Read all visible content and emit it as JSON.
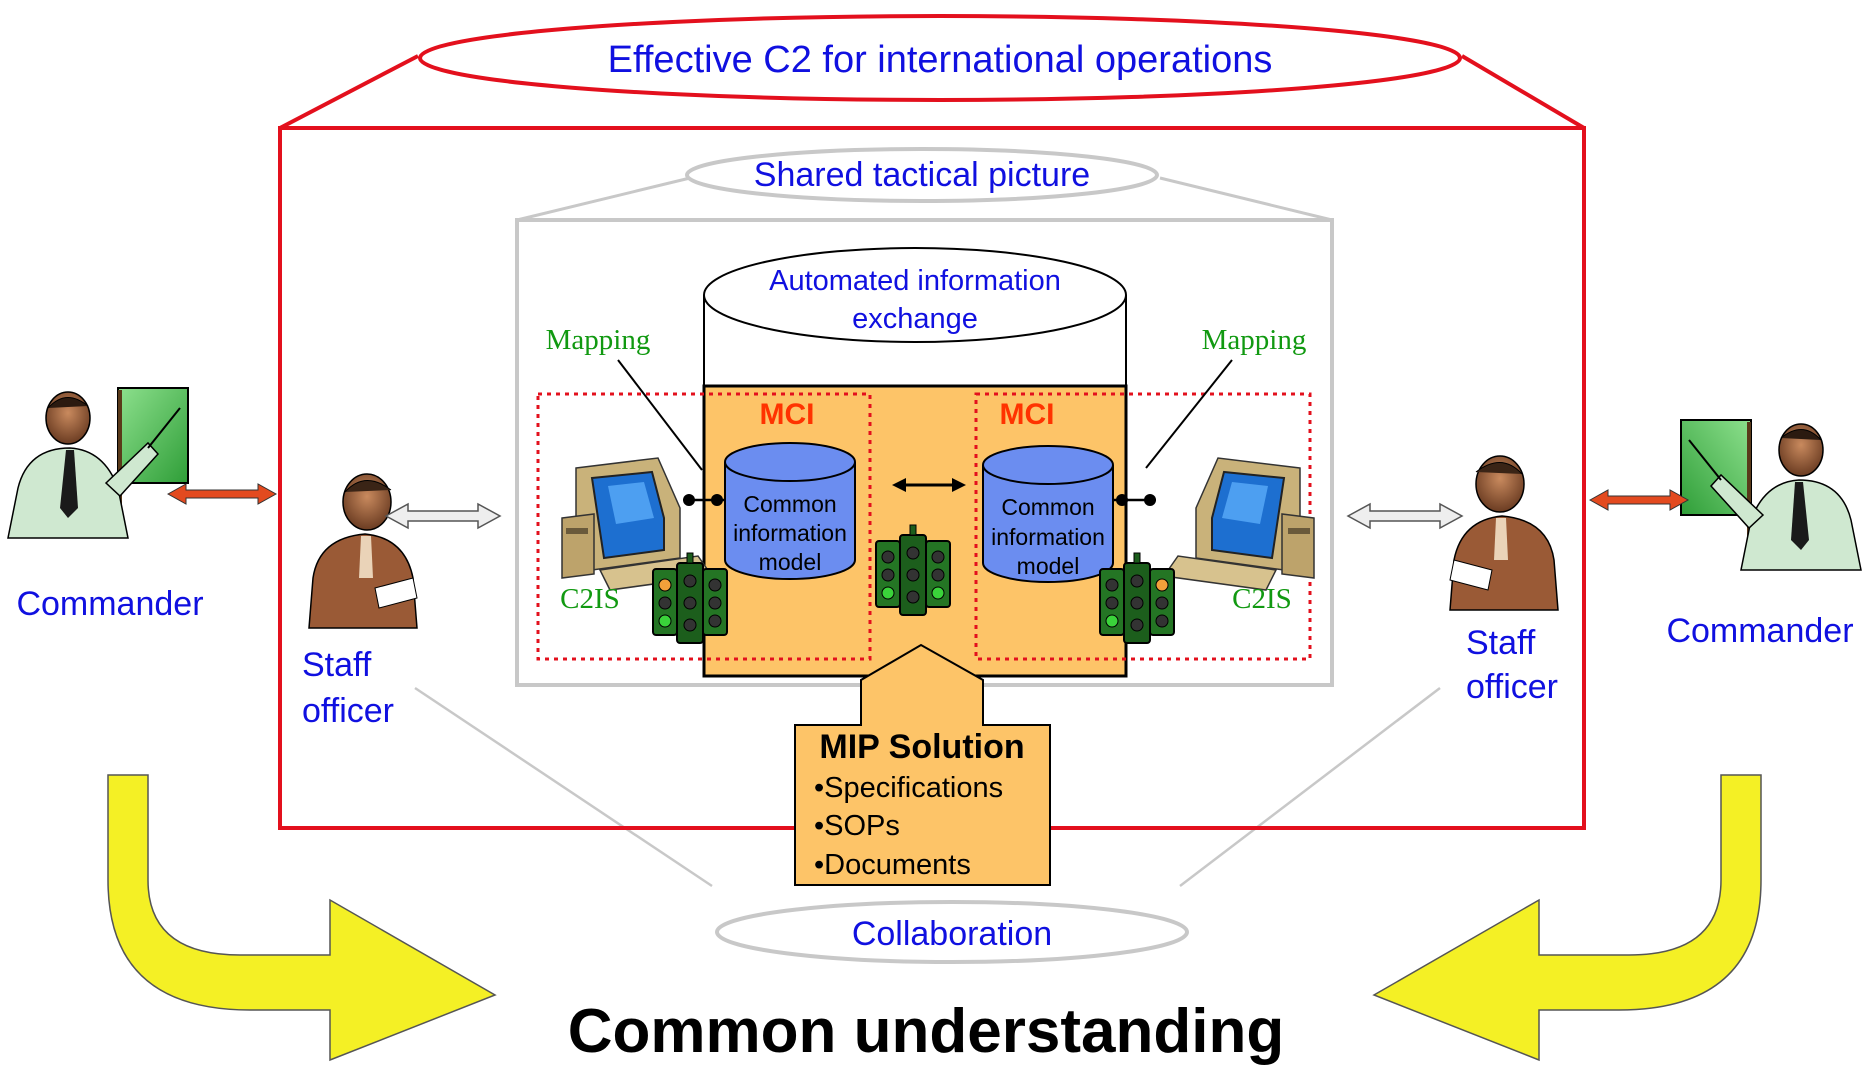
{
  "title": "Effective C2 for international operations",
  "shared_picture": "Shared tactical picture",
  "automated_exchange": {
    "line1": "Automated information",
    "line2": "exchange"
  },
  "mapping_left": "Mapping",
  "mapping_right": "Mapping",
  "mci_left": "MCI",
  "mci_right": "MCI",
  "cim_left": [
    "Common",
    "information",
    "model"
  ],
  "cim_right": [
    "Common",
    "information",
    "model"
  ],
  "c2is_left": "C2IS",
  "c2is_right": "C2IS",
  "commander_left": "Commander",
  "commander_right": "Commander",
  "staff_left": [
    "Staff",
    "officer"
  ],
  "staff_right": [
    "Staff",
    "officer"
  ],
  "mip": {
    "title": "MIP Solution",
    "items": [
      "•Specifications",
      "•SOPs",
      "•Documents"
    ]
  },
  "collaboration": "Collaboration",
  "footer": "Common understanding",
  "colors": {
    "red": "#e3101d",
    "blue": "#1010e0",
    "green": "#119911",
    "orange_fill": "#fdc468",
    "cylinder_fill": "#6b8df0",
    "yellow": "#f4f025",
    "mci_text": "#ff3300",
    "gray": "#c8c8c8"
  },
  "icons": {
    "commander": "presenter-with-board-icon",
    "staff_officer": "seated-officer-icon",
    "computer": "desktop-computer-icon",
    "traffic_light": "traffic-light-icon"
  }
}
